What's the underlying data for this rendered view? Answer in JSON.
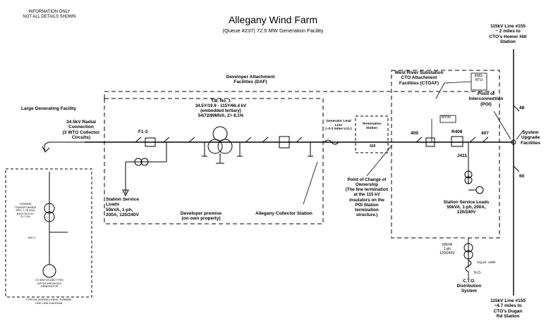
{
  "header": {
    "info_line1": "INFORMATION ONLY",
    "info_line2": "NOT ALL DETAILS SHOWN",
    "title": "Allegany Wind Farm",
    "subtitle": "(Queue #237) 72.5 MW Generation Facility"
  },
  "top_right": {
    "line1": "115kV Line #155",
    "line2": "~ 2 miles to",
    "line3": "CTO's Homer Hill",
    "line4": "Station"
  },
  "bottom_right": {
    "line1": "115kV Line #155",
    "line2": "~4.7 miles to",
    "line3": "CTO's Dugan",
    "line4": "Rd Station"
  },
  "daf": {
    "line1": "Developer Attachment",
    "line2": "Facilities (DAF)"
  },
  "ctoaf": {
    "line1": "West River Substation",
    "line2": "CTO Attachment",
    "line3": "Facilities (CTOAF)"
  },
  "ems": {
    "line1": "EMS-",
    "line2": "RTU"
  },
  "poi": {
    "line1": "Point of",
    "line2": "Interconnection",
    "line3": "(POI)"
  },
  "large_gen": "Large Generating Facility",
  "radial": {
    "line1": "34.5kV Radial",
    "line2": "Connection",
    "line3": "(3 WTG Collector",
    "line4": "Circuits)"
  },
  "tb": {
    "line1": "T.B. No. 1",
    "line2": "34.5Y/19.9 - 115Y/66.4 kV",
    "line3": "(embedded tertiary)",
    "line4": "54/72/90MVA; Z= 8.1%"
  },
  "breaker_f13": "F1-3",
  "gen_lead": {
    "line1": "Generator Lead",
    "line2": "Line",
    "line3": "(~0.3 miles U.G.)"
  },
  "term_station": {
    "line1": "Termination",
    "line2": "Station"
  },
  "label_410": "410",
  "label_409": "409",
  "label_r408": "R408",
  "label_407": "407",
  "label_j411": "J411",
  "label_my90": "MY90",
  "label_48": "48",
  "label_60": "60",
  "system_upgrade": {
    "line1": "System",
    "line2": "Upgrade",
    "line3": "Facilities"
  },
  "ssl_left": {
    "line1": "Station Service",
    "line2": "Loads",
    "line3": "50kVA, 1-ph,",
    "line4": "200A, 120/240V"
  },
  "dev_premise": {
    "line1": "Developer premise",
    "line2": "(on own property)"
  },
  "collector": "Allegany Collector Station",
  "poco": {
    "line1": "Point of Change of",
    "line2": "Ownership",
    "line3": "(The line termination",
    "line4": "at the 115 kV",
    "line5": "insulators on the",
    "line6": "POI Station",
    "line7": "termination",
    "line8": "structure.)"
  },
  "ssl_right": {
    "line1": "Station Service Loads",
    "line2": "50kVA, 1-ph, 200A,",
    "line3": "120/240V"
  },
  "xfmr_50": {
    "line1": "50kVA",
    "line2": "1-ph",
    "line3": "120/240V"
  },
  "ug_cable": "U/g pri. cable",
  "no_label": "N.O.",
  "cto_dist": {
    "line1": "C.T.O.",
    "line2": "Distribution",
    "line3": "System"
  },
  "turbine": {
    "xfmr_line1": "TURBINE",
    "xfmr_line2": "TRANSFORMER",
    "xfmr_line3": "3PH, 2.75 MVA",
    "xfmr_line4": "690Y/34.5 kV",
    "xfmr_line5": "Z=7.3%",
    "v690": "690 V",
    "gen_line1": "2.5 MW DOUBLY FED",
    "gen_line2": "ASYNCHRONOUS",
    "gen_line3": "GENERATOR",
    "caption_line1": "TYPICAL NORDEX WIND TURBINE",
    "caption_line2": "ONE LINE DIAGRAM"
  }
}
